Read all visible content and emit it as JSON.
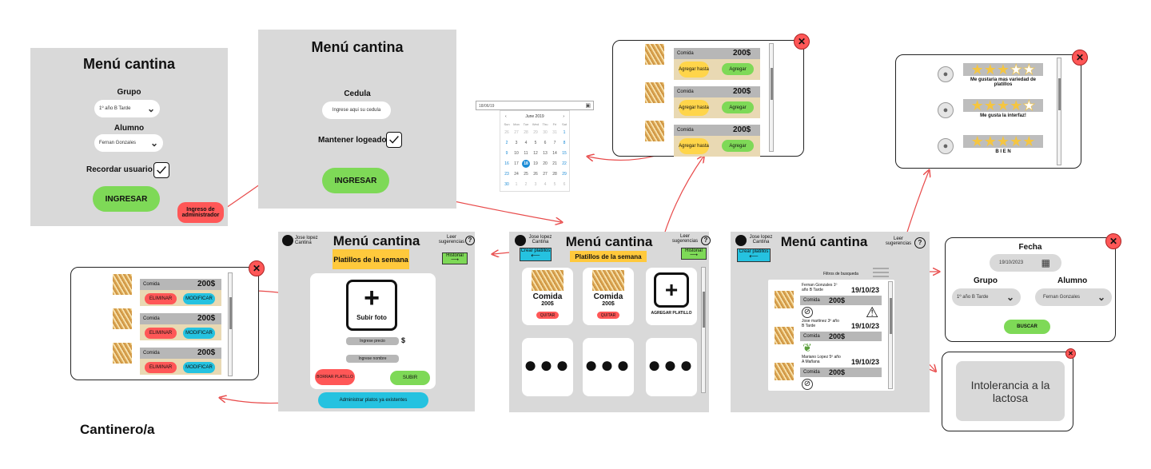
{
  "login1": {
    "title": "Menú cantina",
    "grupo_label": "Grupo",
    "grupo_value": "1º año B Tarde",
    "alumno_label": "Alumno",
    "alumno_value": "Fernan Gonzales",
    "remember_label": "Recordar usuario",
    "submit": "INGRESAR",
    "admin": "Ingreso de administrador"
  },
  "login2": {
    "title": "Menú cantina",
    "cedula_label": "Cedula",
    "cedula_placeholder": "Ingrese aqui su cedula",
    "keep_label": "Mantener logeado",
    "submit": "INGRESAR"
  },
  "calendar": {
    "date": "18/06/19",
    "month": "June 2019",
    "weekdays": [
      "Sun",
      "Mon",
      "Tue",
      "Wed",
      "Thu",
      "Fri",
      "Sat"
    ],
    "weeks": [
      [
        "26",
        "27",
        "28",
        "29",
        "30",
        "31",
        "1"
      ],
      [
        "2",
        "3",
        "4",
        "5",
        "6",
        "7",
        "8"
      ],
      [
        "9",
        "10",
        "11",
        "12",
        "13",
        "14",
        "15"
      ],
      [
        "16",
        "17",
        "18",
        "19",
        "20",
        "21",
        "22"
      ],
      [
        "23",
        "24",
        "25",
        "26",
        "27",
        "28",
        "29"
      ],
      [
        "30",
        "1",
        "2",
        "3",
        "4",
        "5",
        "6"
      ]
    ],
    "selected": "18"
  },
  "popup_add": {
    "items": [
      {
        "name": "Comida",
        "price": "200$",
        "btn1": "Agregar hasta",
        "btn2": "Agregar"
      },
      {
        "name": "Comida",
        "price": "200$",
        "btn1": "Agregar hasta",
        "btn2": "Agregar"
      },
      {
        "name": "Comida",
        "price": "200$",
        "btn1": "Agregar hasta",
        "btn2": "Agregar"
      }
    ]
  },
  "reviews": {
    "items": [
      {
        "stars": 3,
        "text": "Me gustaria mas variedad de platillos"
      },
      {
        "stars": 4,
        "text": "Me gusta la interfaz!"
      },
      {
        "stars": 5,
        "text": "B I E N"
      }
    ]
  },
  "popup_manage": {
    "items": [
      {
        "name": "Comida",
        "price": "200$",
        "del": "ELIMINAR",
        "mod": "MODIFICAR"
      },
      {
        "name": "Comida",
        "price": "200$",
        "del": "ELIMINAR",
        "mod": "MODIFICAR"
      },
      {
        "name": "Comida",
        "price": "200$",
        "del": "ELIMINAR",
        "mod": "MODIFICAR"
      }
    ]
  },
  "header": {
    "user": "Jose lopez Cantina",
    "title": "Menú cantina",
    "leer": "Leer sugerencias",
    "historial": "Historial",
    "crear": "Crear platillos",
    "semana": "Platillos de la semana"
  },
  "create": {
    "upload": "Subir foto",
    "price_ph": "Ingrese precio",
    "price_unit": "$",
    "name_ph": "Ingrese nombre",
    "delete": "BORRAR PLATILLO",
    "submit": "SUBIR",
    "manage": "Administrar platos ya existentes"
  },
  "week": {
    "cards": [
      {
        "name": "Comida",
        "price": "200$",
        "btn": "QUITAR"
      },
      {
        "name": "Comida",
        "price": "200$",
        "btn": "QUITAR"
      }
    ],
    "add": "AGREGAR PLATILLO",
    "more": "●●●"
  },
  "history": {
    "filters": "Filtros de busqueda",
    "orders": [
      {
        "who": "Fernan Gonzales 1º año B Tarde",
        "date": "19/10/23",
        "name": "Comida",
        "price": "200$"
      },
      {
        "who": "Jose martinez 3º año B Tarde",
        "date": "19/10/23",
        "name": "Comida",
        "price": "200$"
      },
      {
        "who": "Mariano Lopez 5º año A Mañana",
        "date": "19/10/23",
        "name": "Comida",
        "price": "200$"
      }
    ]
  },
  "search": {
    "fecha_label": "Fecha",
    "fecha_value": "19/10/2023",
    "grupo_label": "Grupo",
    "grupo_value": "1º año B Tarde",
    "alumno_label": "Alumno",
    "alumno_value": "Fernan Gonzales",
    "submit": "BUSCAR"
  },
  "intolerance": {
    "text": "Intolerancia a la lactosa"
  },
  "footer": {
    "role": "Cantinero/a"
  },
  "colors": {
    "panel": "#d9d9d9",
    "green": "#7ed957",
    "red": "#ff5757",
    "cyan": "#25c2e0",
    "yellow": "#ffbd59",
    "arrow": "#e84a4a"
  }
}
